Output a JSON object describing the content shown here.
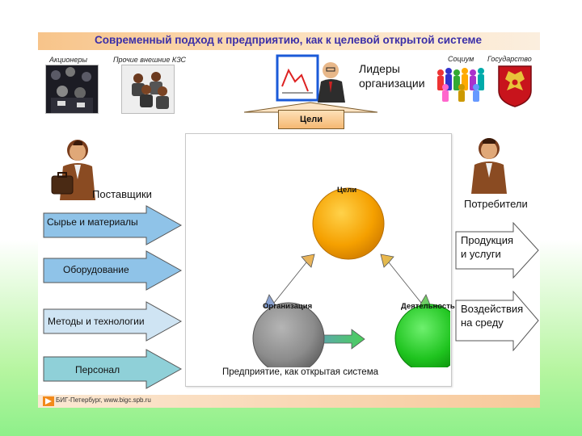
{
  "title": "Современный подход к предприятию, как к целевой открытой системе",
  "top_labels": {
    "shareholders": "Акционеры",
    "other_stakeholders": "Прочие внешние КЗС",
    "society": "Социум",
    "state": "Государство"
  },
  "leaders": "Лидеры\nорганизации",
  "goals_tag": "Цели",
  "suppliers": "Поставщики",
  "consumers": "Потребители",
  "inputs": [
    "Сырье и материалы",
    "Оборудование",
    "Методы и технологии",
    "Персонал"
  ],
  "outputs": [
    "Продукция\nи услуги",
    "Воздействия\nна среду"
  ],
  "circles": {
    "goals": "Цели",
    "organization": "Организация",
    "activity": "Деятельность"
  },
  "center_caption": "Предприятие, как открытая система",
  "footer": "БИГ-Петербург, www.bigc.spb.ru",
  "colors": {
    "title_text": "#3b2fa8",
    "goals_circle": "#f5a000",
    "organization_circle": "#8c8c8c",
    "activity_circle": "#1fc41f",
    "input_arrows": "#8fc3e8",
    "output_arrows": "#ffffff"
  }
}
